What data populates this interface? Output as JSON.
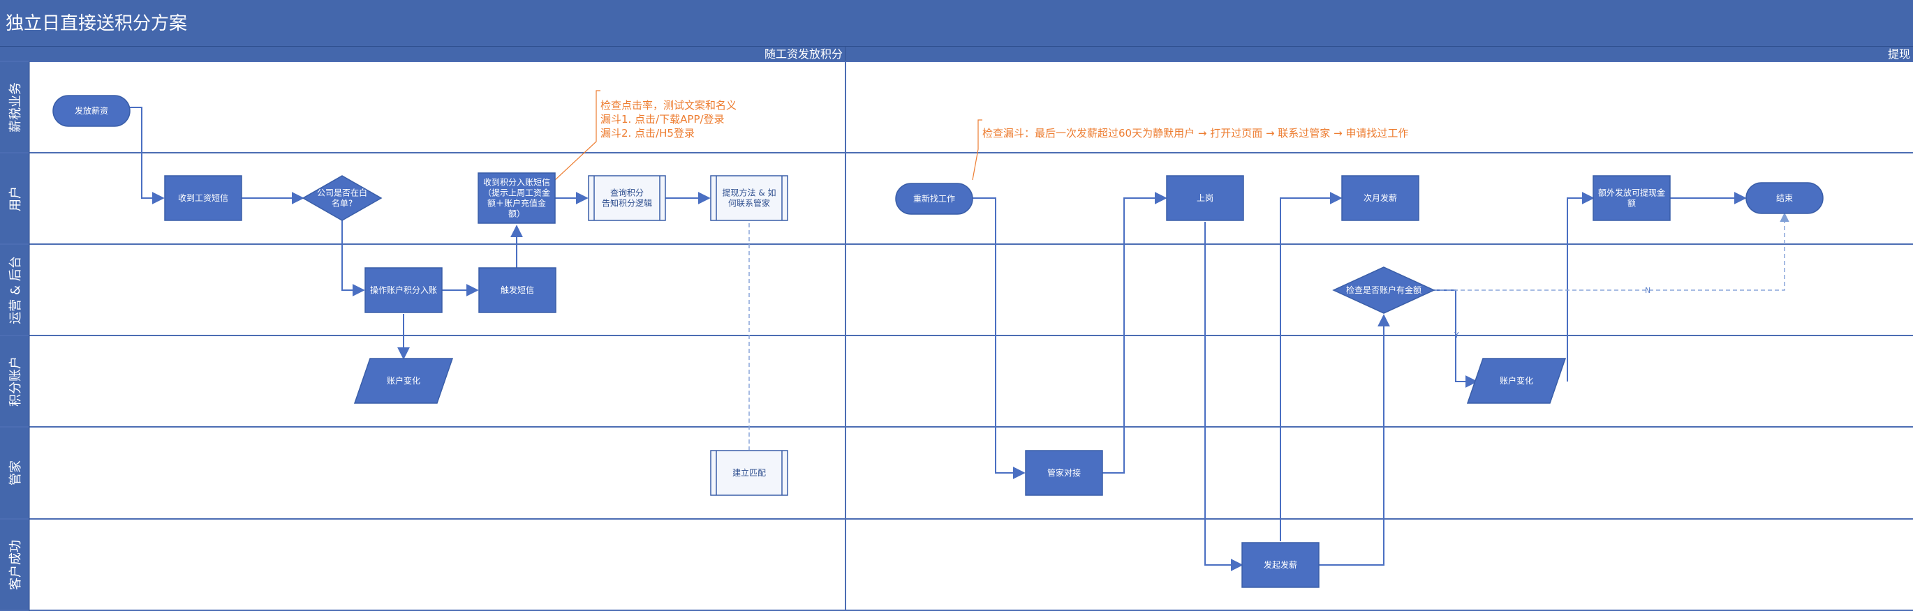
{
  "title": "独立日直接送积分方案",
  "phases": [
    {
      "id": "phase1",
      "label": "随工资发放积分"
    },
    {
      "id": "phase2",
      "label": "提现"
    }
  ],
  "lanes": [
    {
      "id": "business",
      "label": "薪税业务"
    },
    {
      "id": "user",
      "label": "用户"
    },
    {
      "id": "ops",
      "label": "运营 & 后台"
    },
    {
      "id": "points",
      "label": "积分账户"
    },
    {
      "id": "steward",
      "label": "管家"
    },
    {
      "id": "cs",
      "label": "客户成功"
    }
  ],
  "nodes": {
    "n_pay": {
      "label": "发放薪资"
    },
    "n_sms": {
      "label": "收到工资短信"
    },
    "n_white": {
      "label": "公司是否在白\n名单?"
    },
    "n_recv": {
      "label": "收到积分入账短信\n（提示上周工资金\n额＋账户充值金\n额）"
    },
    "n_query": {
      "label": "查询积分\n告知积分逻辑"
    },
    "n_withdraw": {
      "label": "提现方法 & 如\n何联系管家"
    },
    "n_op": {
      "label": "操作账户积分入账"
    },
    "n_trigger": {
      "label": "触发短信"
    },
    "n_change1": {
      "label": "账户变化"
    },
    "n_build": {
      "label": "建立匹配"
    },
    "n_rejob": {
      "label": "重新找工作"
    },
    "n_onjob": {
      "label": "上岗"
    },
    "n_next": {
      "label": "次月发薪"
    },
    "n_extra": {
      "label": "额外发放可提现金\n额"
    },
    "n_end": {
      "label": "结束"
    },
    "n_check": {
      "label": "检查是否账户有金额"
    },
    "n_change2": {
      "label": "账户变化"
    },
    "n_dock": {
      "label": "管家对接"
    },
    "n_paystart": {
      "label": "发起发薪"
    }
  },
  "edge_labels": {
    "y": "Y",
    "n": "N"
  },
  "notes": [
    {
      "id": "note1",
      "lines": [
        "检查点击率，测试文案和名义",
        "漏斗1. 点击/下载APP/登录",
        "漏斗2. 点击/H5登录"
      ]
    },
    {
      "id": "note2",
      "lines": [
        "检查漏斗：最后一次发薪超过60天为静默用户 → 打开过页面 → 联系过管家 → 申请找过工作"
      ]
    }
  ],
  "colors": {
    "header": "#4467ac",
    "node": "#4a6fc2",
    "node_border": "#3a5ea8",
    "lane_line": "#4c6db3",
    "arrow": "#4a6fc2",
    "note": "#ed7d31",
    "dashed": "#a9c0e6"
  }
}
